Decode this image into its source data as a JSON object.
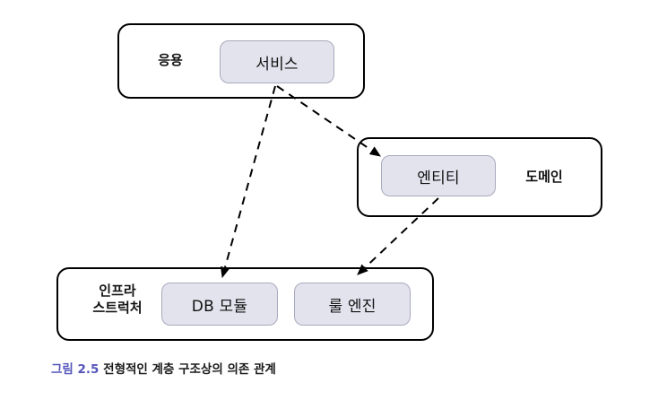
{
  "figure": {
    "caption_number": "그림 2.5",
    "caption_text": "전형적인 계층 구조상의 의존 관계",
    "caption_number_color": "#5555bb"
  },
  "layers": [
    {
      "id": "application",
      "label": "응용",
      "components": [
        {
          "id": "service",
          "label": "서비스"
        }
      ]
    },
    {
      "id": "domain",
      "label": "도메인",
      "components": [
        {
          "id": "entity",
          "label": "엔티티"
        }
      ]
    },
    {
      "id": "infrastructure",
      "label": "인프라\n스트럭처",
      "components": [
        {
          "id": "db-module",
          "label": "DB 모듈"
        },
        {
          "id": "rule-engine",
          "label": "룰 엔진"
        }
      ]
    }
  ],
  "dependencies": [
    {
      "id": "service-to-entity",
      "from": "서비스",
      "to": "엔티티",
      "style": "dashed-arrow"
    },
    {
      "id": "service-to-db-module",
      "from": "서비스",
      "to": "DB 모듈",
      "style": "dashed-arrow"
    },
    {
      "id": "entity-to-rule-engine",
      "from": "엔티티",
      "to": "룰 엔진",
      "style": "dashed-arrow"
    }
  ],
  "style": {
    "box_fill": "#e3e3ee",
    "box_border": "#a9a9bd",
    "layer_border": "#000000",
    "background": "#ffffff"
  }
}
